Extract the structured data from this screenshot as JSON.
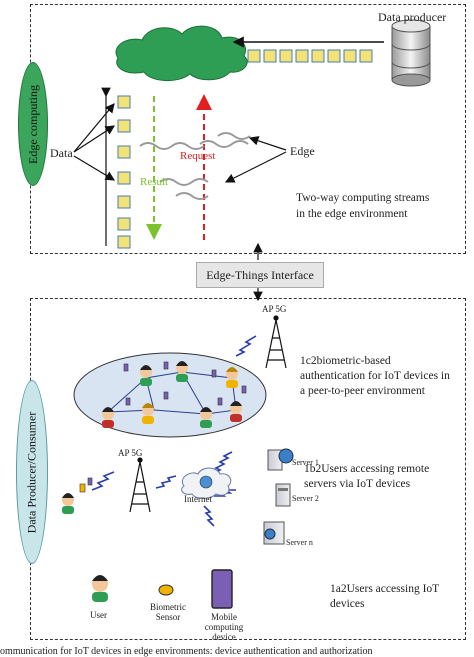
{
  "top": {
    "side_label": "Edge computing",
    "producer_label": "Data producer",
    "data_label": "Data",
    "edge_label": "Edge",
    "result_label": "Result",
    "request_label": "Request",
    "streams_text": "Two-way computing streams in the edge environment"
  },
  "interface_label": "Edge-Things Interface",
  "bottom": {
    "side_label": "Data Producer/Consumer",
    "ap_top_label": "AP 5G",
    "ap_left_label": "AP 5G",
    "p2p_text": "1c2biometric-based authentication for IoT devices in a peer-to-peer environment",
    "remote_text": "1b2Users accessing remote servers via IoT devices",
    "internet_label": "Internet",
    "server1_label": "Server 1",
    "server2_label": "Server 2",
    "servern_label": "Server n",
    "iot_text": "1a2Users accessing IoT devices",
    "legend_user": "User",
    "legend_sensor": "Biometric Sensor",
    "legend_mobile": "Mobile computing device"
  },
  "colors": {
    "edge_pill": "#3aa55b",
    "consumer_pill": "#c8e6ea",
    "cloud": "#2f9e55",
    "result_arrow": "#7cc230",
    "request_arrow": "#e02020",
    "ellipse": "#d9e4f2"
  },
  "caption": "ommunication for IoT devices in edge environments: device authentication and authorization"
}
